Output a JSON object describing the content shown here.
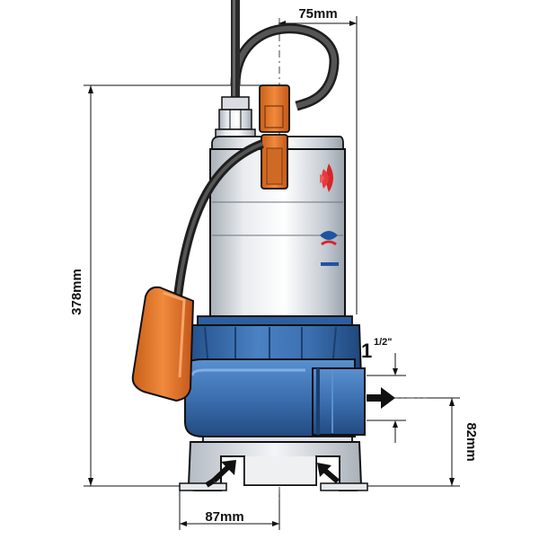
{
  "dimensions": {
    "top_offset": "75mm",
    "height": "378mm",
    "outlet_height": "82mm",
    "base_width": "87mm",
    "outlet_size_whole": "1",
    "outlet_size_fraction": "1/2\""
  },
  "colors": {
    "stainless": "#c9ced4",
    "stainless_light": "#f1f3f5",
    "blue": "#3b6fb0",
    "blue_dark": "#24508a",
    "float_orange": "#e87a2e",
    "cable": "#3a3a3a",
    "outline": "#111111"
  },
  "icons": [
    "inlet-arrow",
    "outlet-arrow",
    "brand-logo"
  ]
}
